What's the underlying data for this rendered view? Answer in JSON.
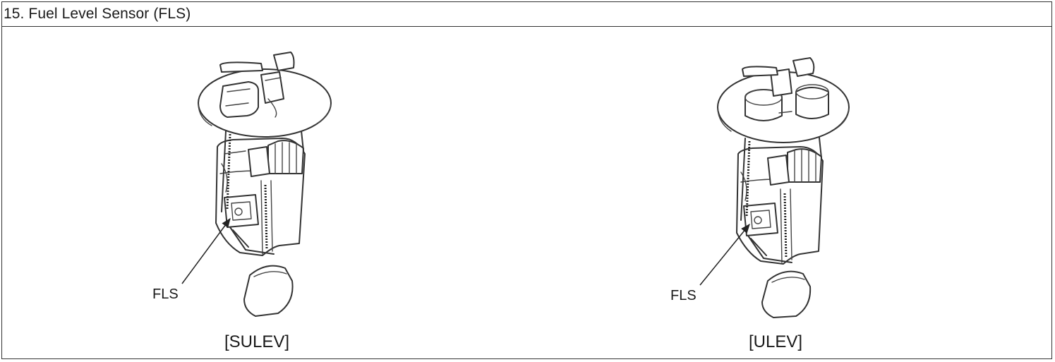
{
  "header": {
    "title": "15. Fuel Level Sensor (FLS)"
  },
  "figures": [
    {
      "callout": "FLS",
      "caption": "[SULEV]"
    },
    {
      "callout": "FLS",
      "caption": "[ULEV]"
    }
  ]
}
